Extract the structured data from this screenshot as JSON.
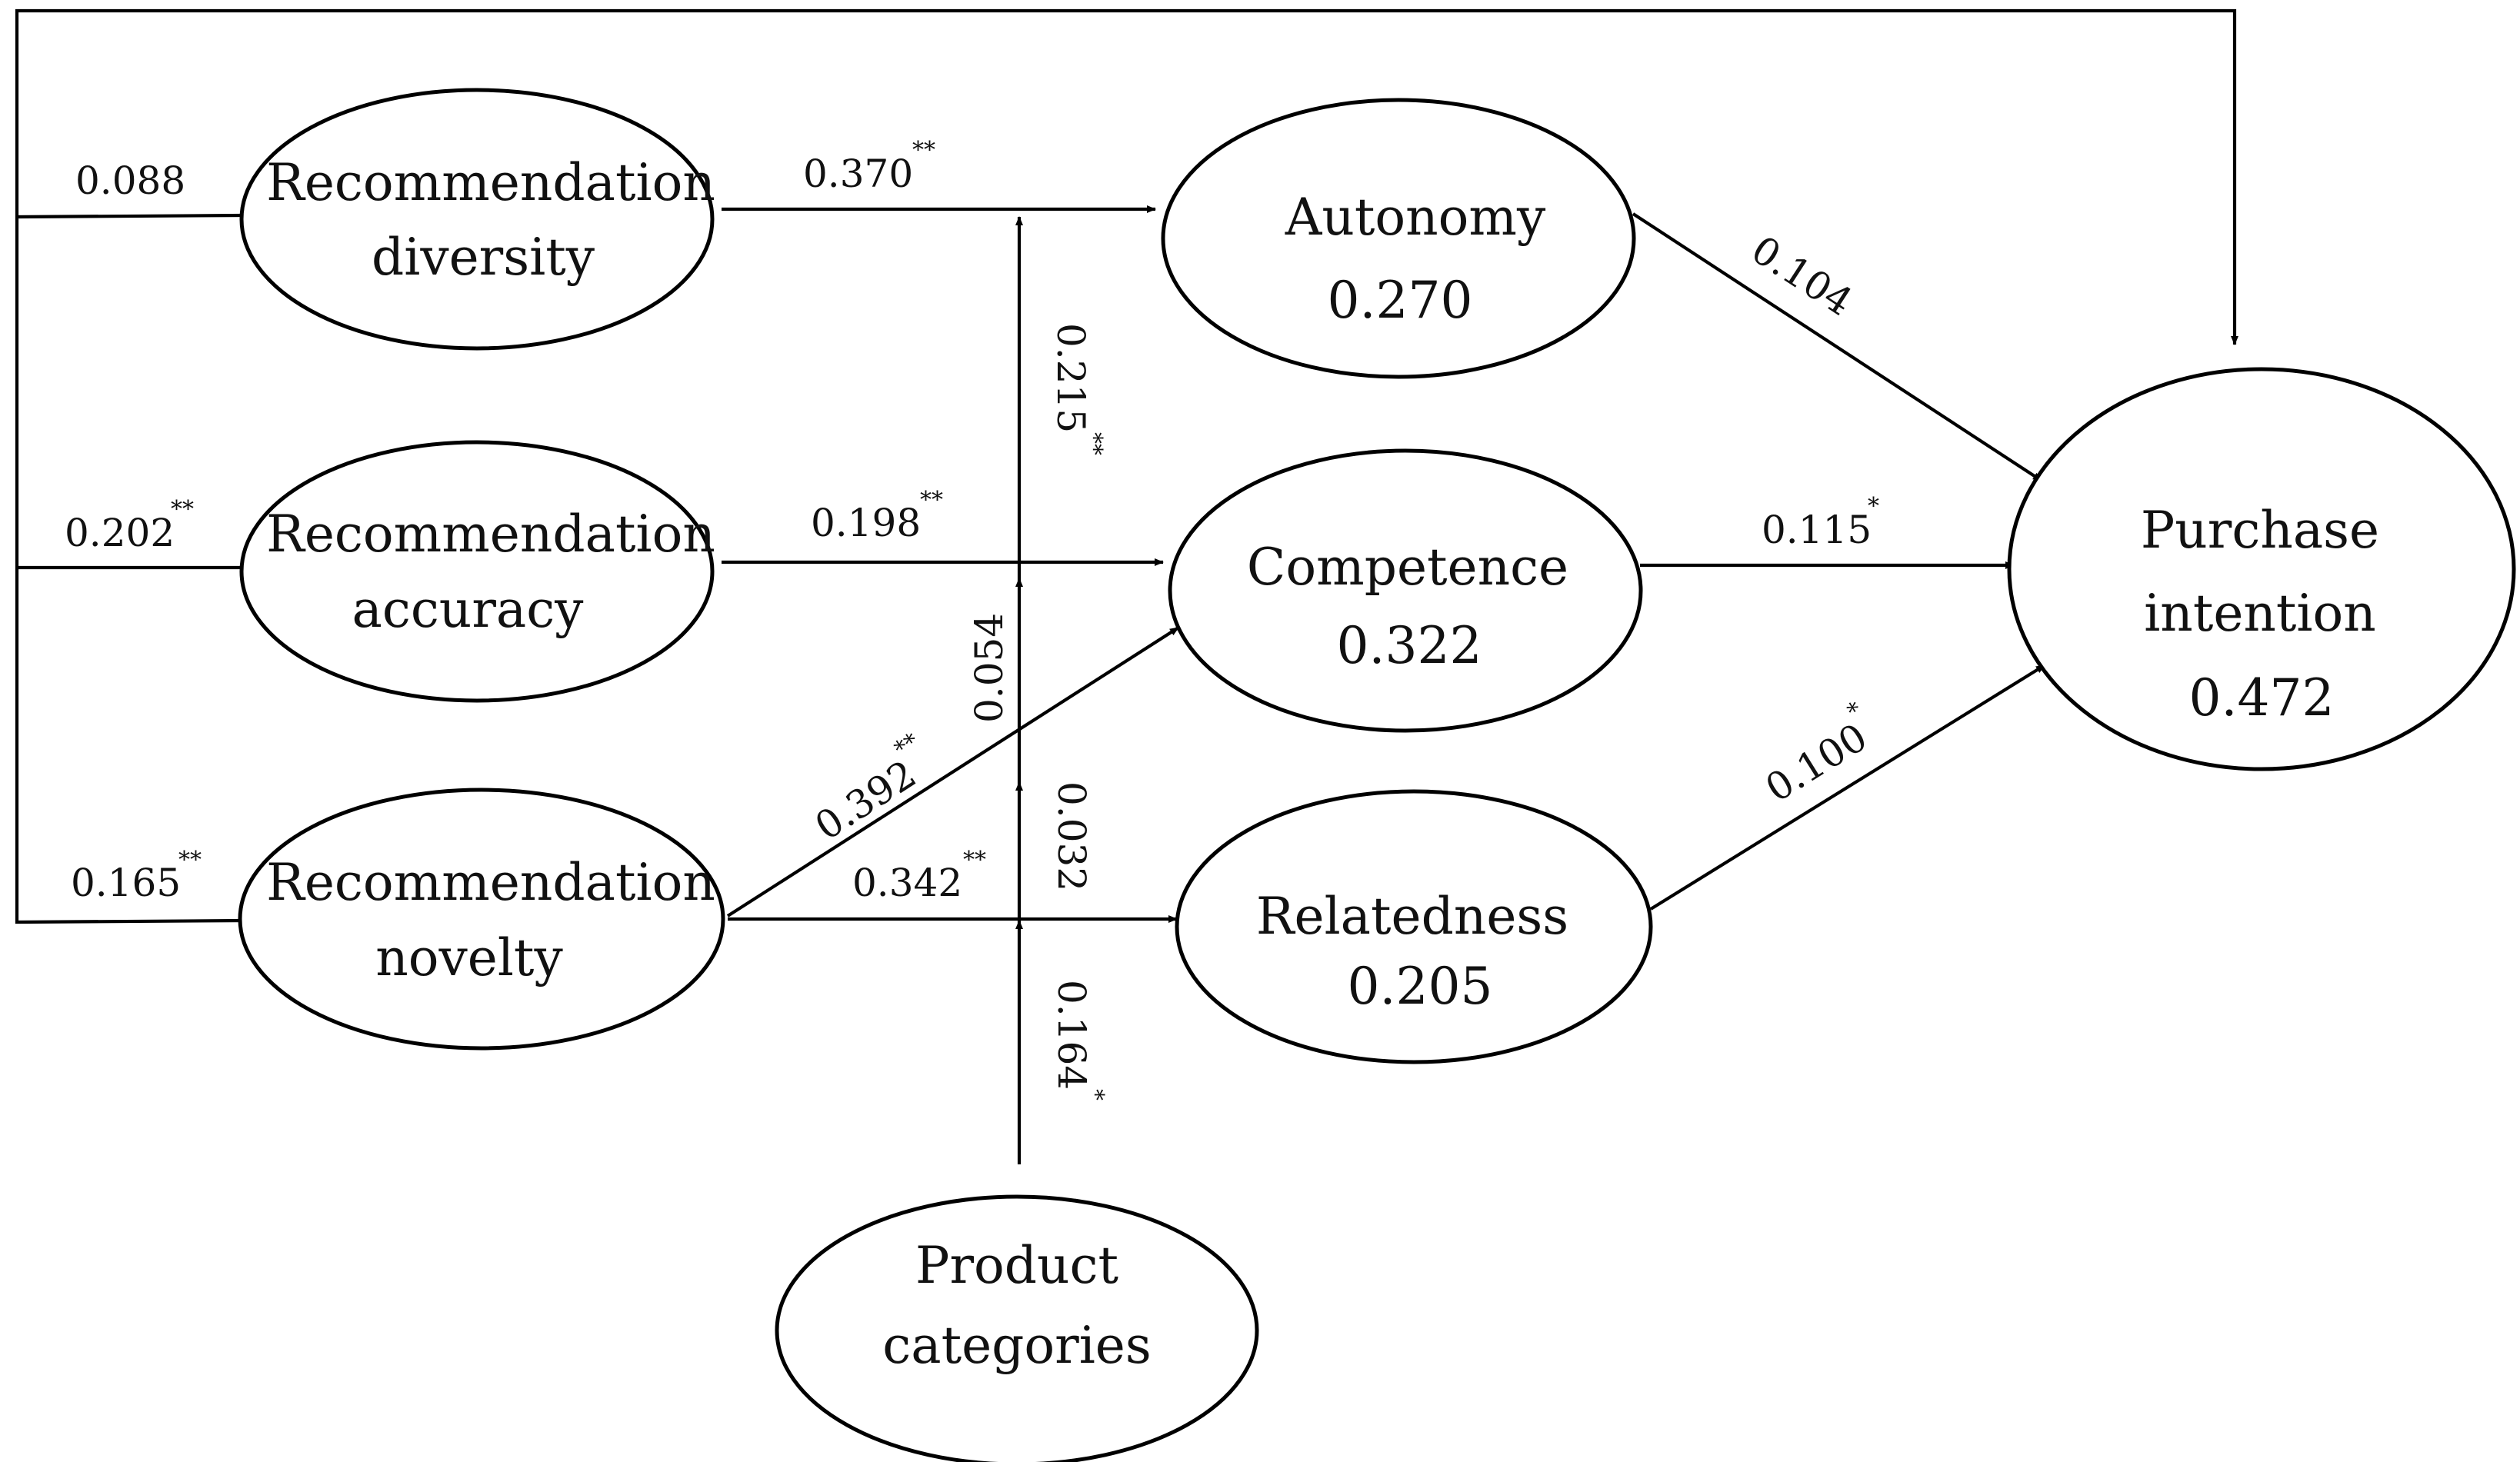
{
  "nodes": {
    "diversity": {
      "line1": "Recommendation",
      "line2": "diversity"
    },
    "accuracy": {
      "line1": "Recommendation",
      "line2": "accuracy"
    },
    "novelty": {
      "line1": "Recommendation",
      "line2": "novelty"
    },
    "autonomy": {
      "line1": "Autonomy",
      "r2": "0.270"
    },
    "competence": {
      "line1": "Competence",
      "r2": "0.322"
    },
    "relatedness": {
      "line1": "Relatedness",
      "r2": "0.205"
    },
    "purchase": {
      "line1": "Purchase",
      "line2": "intention",
      "r2": "0.472"
    },
    "product": {
      "line1": "Product",
      "line2": "categories"
    }
  },
  "paths": {
    "diversity_purchase": {
      "coef": "0.088",
      "sig": ""
    },
    "accuracy_purchase": {
      "coef": "0.202",
      "sig": "**"
    },
    "novelty_purchase": {
      "coef": "0.165",
      "sig": "**"
    },
    "diversity_autonomy": {
      "coef": "0.370",
      "sig": "**"
    },
    "accuracy_competence": {
      "coef": "0.198",
      "sig": "**"
    },
    "novelty_competence": {
      "coef": "0.392",
      "sig": "**"
    },
    "novelty_relatedness": {
      "coef": "0.342",
      "sig": "**"
    },
    "moderation_autonomy": {
      "coef": "0.215",
      "sig": "**"
    },
    "moderation_competence": {
      "coef": "0.054",
      "sig": ""
    },
    "moderation_relatedness": {
      "coef": "0.032",
      "sig": ""
    },
    "product_moderation": {
      "coef": "0.164",
      "sig": "*"
    },
    "autonomy_purchase": {
      "coef": "0.104",
      "sig": ""
    },
    "competence_purchase": {
      "coef": "0.115",
      "sig": "*"
    },
    "relatedness_purchase": {
      "coef": "0.100",
      "sig": "*"
    }
  }
}
